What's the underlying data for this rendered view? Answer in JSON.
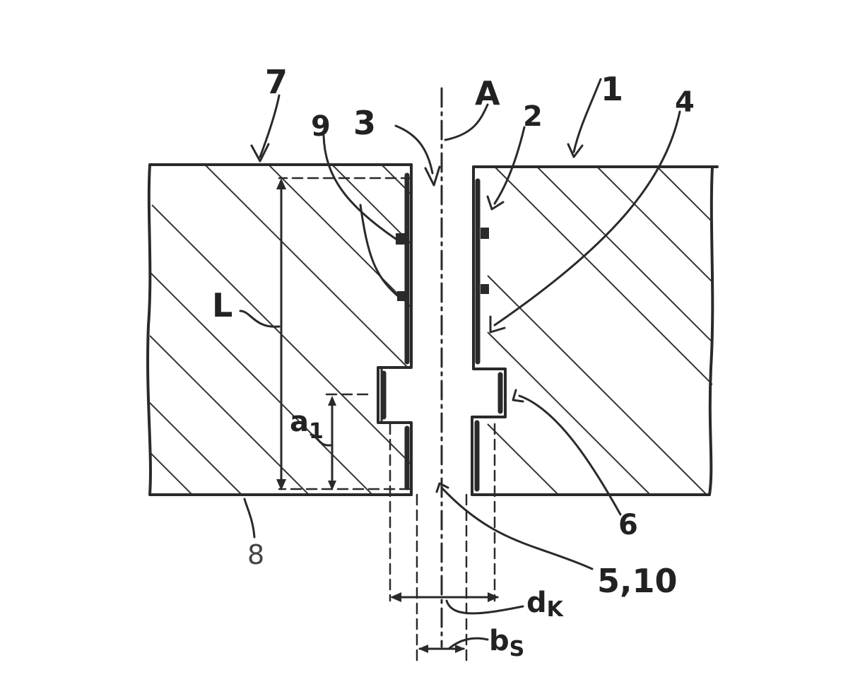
{
  "labels": {
    "ref_7": "7",
    "ref_9": "9",
    "ref_3": "3",
    "ref_A": "A",
    "ref_2": "2",
    "ref_1": "1",
    "ref_4": "4",
    "ref_L": "L",
    "ref_a1": "a",
    "ref_a1_sub": "1",
    "ref_6": "6",
    "ref_8": "8",
    "ref_5_10": "5,10",
    "ref_dK": "d",
    "ref_dK_sub": "K",
    "ref_bS": "b",
    "ref_bS_sub": "S"
  }
}
